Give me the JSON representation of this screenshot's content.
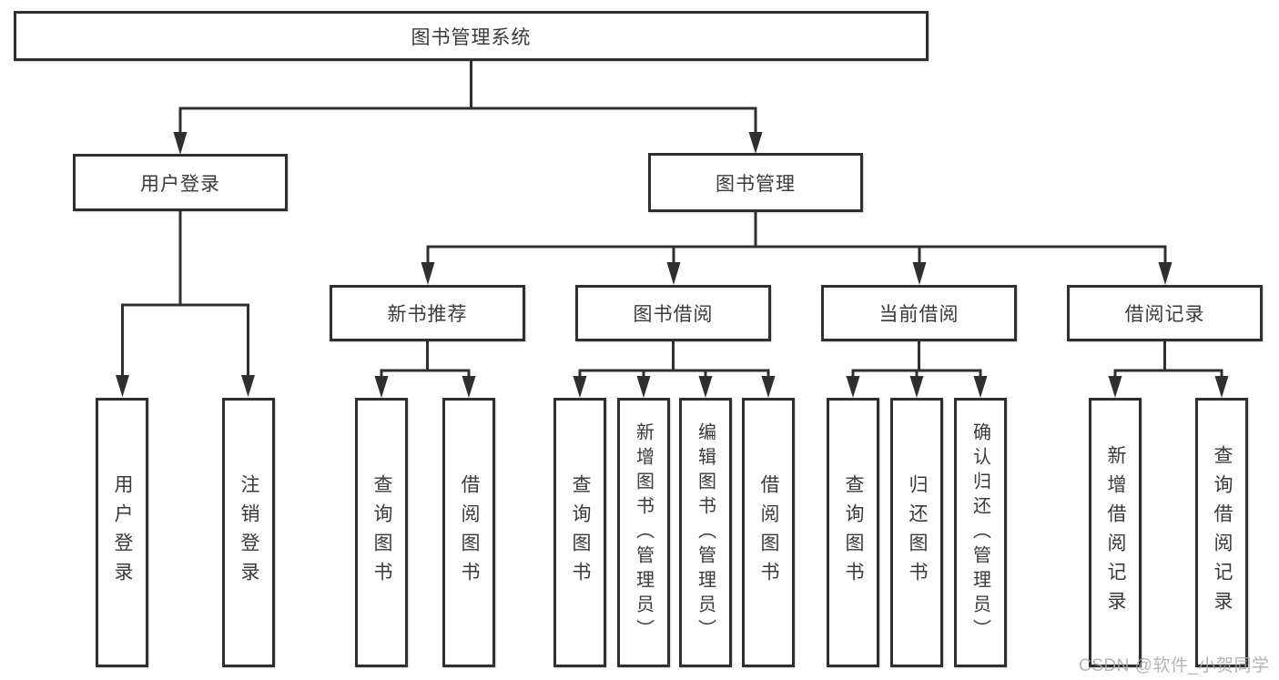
{
  "root": {
    "label": "图书管理系统"
  },
  "branches": {
    "user_login": {
      "label": "用户登录",
      "parent": "图书管理系统"
    },
    "book_management": {
      "label": "图书管理",
      "parent": "图书管理系统"
    }
  },
  "modules": [
    {
      "label": "新书推荐",
      "parent": "图书管理"
    },
    {
      "label": "图书借阅",
      "parent": "图书管理"
    },
    {
      "label": "当前借阅",
      "parent": "图书管理"
    },
    {
      "label": "借阅记录",
      "parent": "图书管理"
    }
  ],
  "functions": [
    {
      "label": "用户登录",
      "parent": "用户登录"
    },
    {
      "label": "注销登录",
      "parent": "用户登录"
    },
    {
      "label": "查询图书",
      "parent": "新书推荐"
    },
    {
      "label": "借阅图书",
      "parent": "新书推荐"
    },
    {
      "label": "查询图书",
      "parent": "图书借阅"
    },
    {
      "label": "新增图书（管理员）",
      "parent": "图书借阅"
    },
    {
      "label": "编辑图书（管理员）",
      "parent": "图书借阅"
    },
    {
      "label": "借阅图书",
      "parent": "图书借阅"
    },
    {
      "label": "查询图书",
      "parent": "当前借阅"
    },
    {
      "label": "归还图书",
      "parent": "当前借阅"
    },
    {
      "label": "确认归还（管理员）",
      "parent": "当前借阅"
    },
    {
      "label": "新增借阅记录",
      "parent": "借阅记录"
    },
    {
      "label": "查询借阅记录",
      "parent": "借阅记录"
    }
  ],
  "watermark": "CSDN @软件_小贺同学",
  "colors": {
    "line": "#2f2f2f",
    "border": "#2f2f2f",
    "fill": "#ffffff",
    "text": "#3a3a3a",
    "watermark": "#a9a9a9"
  }
}
